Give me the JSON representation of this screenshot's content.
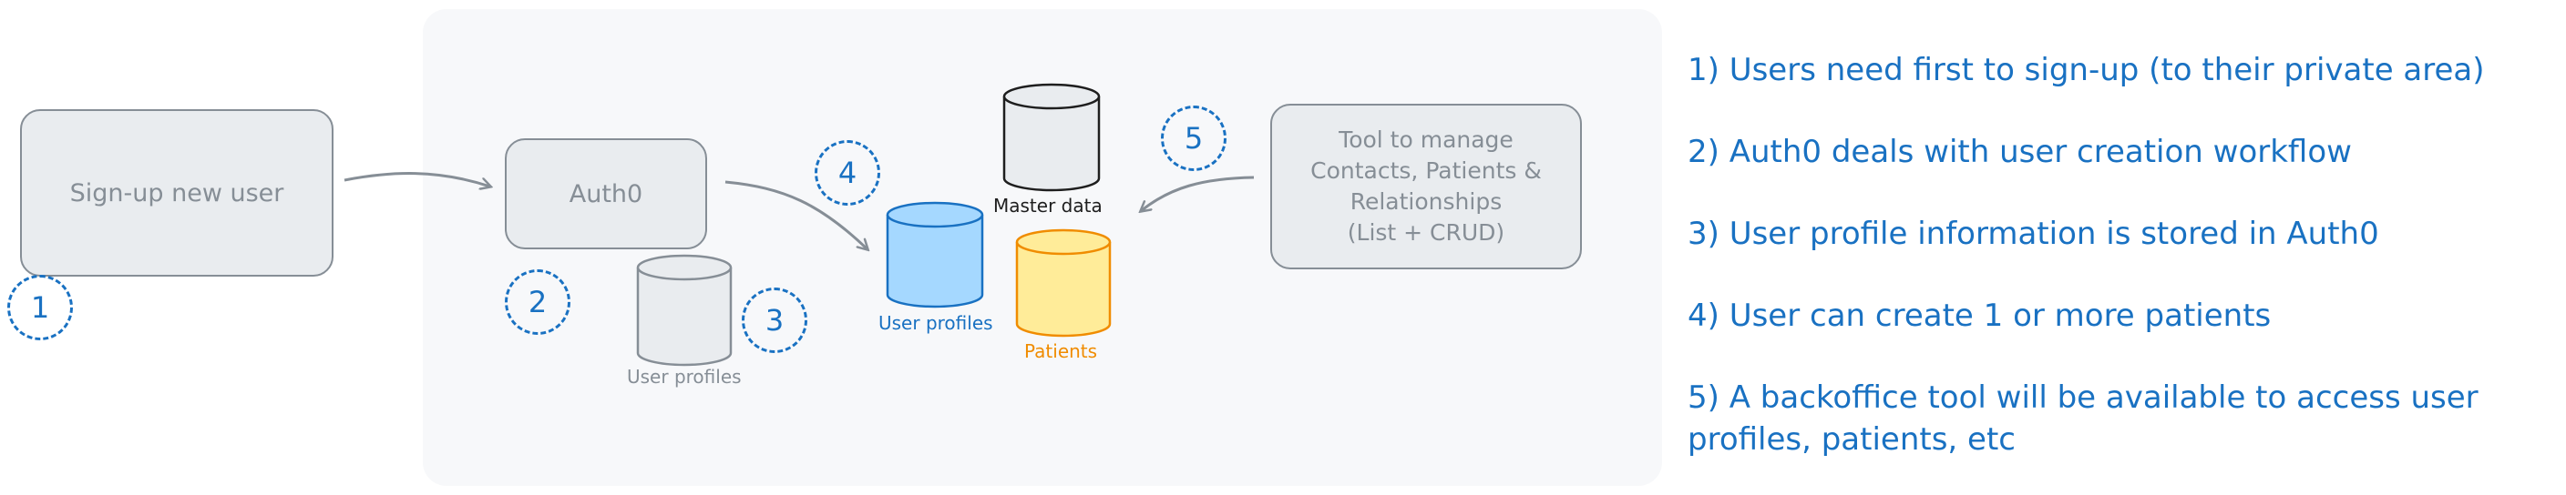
{
  "nodes": {
    "signup": {
      "label": "Sign-up new user"
    },
    "auth0": {
      "label": "Auth0"
    },
    "tool": {
      "label": "Tool to manage\nContacts, Patients &\nRelationships\n(List + CRUD)"
    }
  },
  "databases": {
    "auth0_user_profiles": {
      "label": "User profiles",
      "fill": "#e9ecef",
      "stroke": "#868e96",
      "text_color": "#868e96"
    },
    "master_data": {
      "label": "Master data",
      "fill": "#e9ecef",
      "stroke": "#1e1e1e",
      "text_color": "#1e1e1e"
    },
    "user_profiles": {
      "label": "User profiles",
      "fill": "#a5d8ff",
      "stroke": "#1971c2",
      "text_color": "#1971c2"
    },
    "patients": {
      "label": "Patients",
      "fill": "#ffec99",
      "stroke": "#f08c00",
      "text_color": "#f08c00"
    }
  },
  "markers": [
    "1",
    "2",
    "3",
    "4",
    "5"
  ],
  "notes": [
    "1) Users need first to sign-up (to their private area)",
    "2) Auth0 deals with user creation workflow",
    "3) User profile information is stored in Auth0",
    "4) User can create 1 or more patients",
    "5) A backoffice tool will be available to access user profiles, patients, etc"
  ],
  "colors": {
    "accent": "#1971c2",
    "node_fill": "#e9ecef",
    "node_stroke": "#868e96",
    "panel": "#f7f8fa"
  }
}
